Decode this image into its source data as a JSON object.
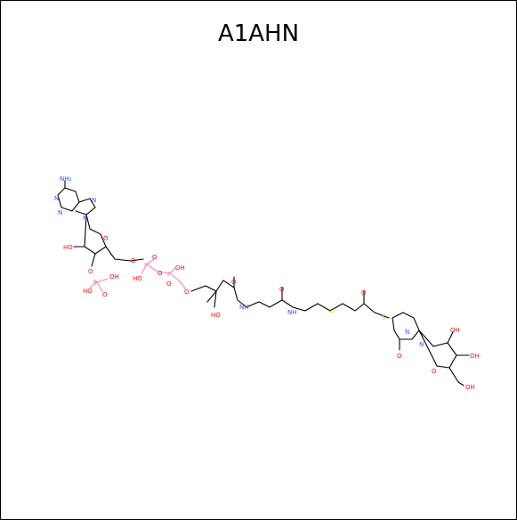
{
  "title": "A1AHN",
  "colors": {
    "carbon": "#000000",
    "nitrogen": "#3050F8",
    "oxygen": "#FF0D0D",
    "phosphorus": "#FF80C0",
    "sulfur": "#C8C800"
  },
  "labels": {
    "amine": "NH₂",
    "n": "N",
    "o": "O",
    "oh": "OH",
    "ho": "HO",
    "p": "P",
    "s": "S",
    "nh": "NH"
  }
}
